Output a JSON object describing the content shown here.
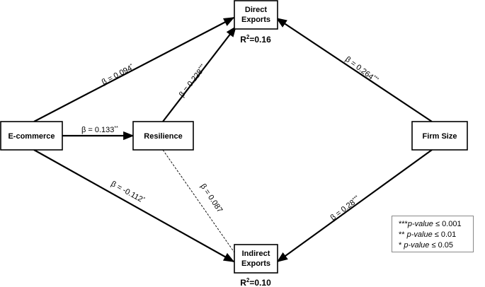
{
  "nodes": {
    "ecommerce": "E-commerce",
    "resilience": "Resilience",
    "direct_exports": [
      "Direct",
      "Exports"
    ],
    "indirect_exports": [
      "Indirect",
      "Exports"
    ],
    "firm_size": "Firm Size"
  },
  "r2": {
    "direct": {
      "label": "R",
      "sup": "2",
      "value": "=0.16"
    },
    "indirect": {
      "label": "R",
      "sup": "2",
      "value": "=0.10"
    }
  },
  "paths": {
    "ecommerce_direct": {
      "beta": "β = 0.094",
      "sig": "*"
    },
    "ecommerce_resilience": {
      "beta": "β = 0.133",
      "sig": "**"
    },
    "resilience_direct": {
      "beta": "β = 0.228",
      "sig": "***"
    },
    "ecommerce_indirect": {
      "beta": "β = -0.112",
      "sig": "*"
    },
    "resilience_indirect": {
      "beta": "β = 0.087",
      "sig": ""
    },
    "firmsize_direct": {
      "beta": "β = 0.264",
      "sig": "***"
    },
    "firmsize_indirect": {
      "beta": "β = 0.28",
      "sig": "***"
    }
  },
  "legend": [
    {
      "stars": "***",
      "pvalue": "p-value",
      "rest": " ≤ 0.001"
    },
    {
      "stars": "** ",
      "pvalue": "p-value",
      "rest": " ≤ 0.01"
    },
    {
      "stars": "* ",
      "pvalue": "p-value",
      "rest": " ≤ 0.05"
    }
  ]
}
